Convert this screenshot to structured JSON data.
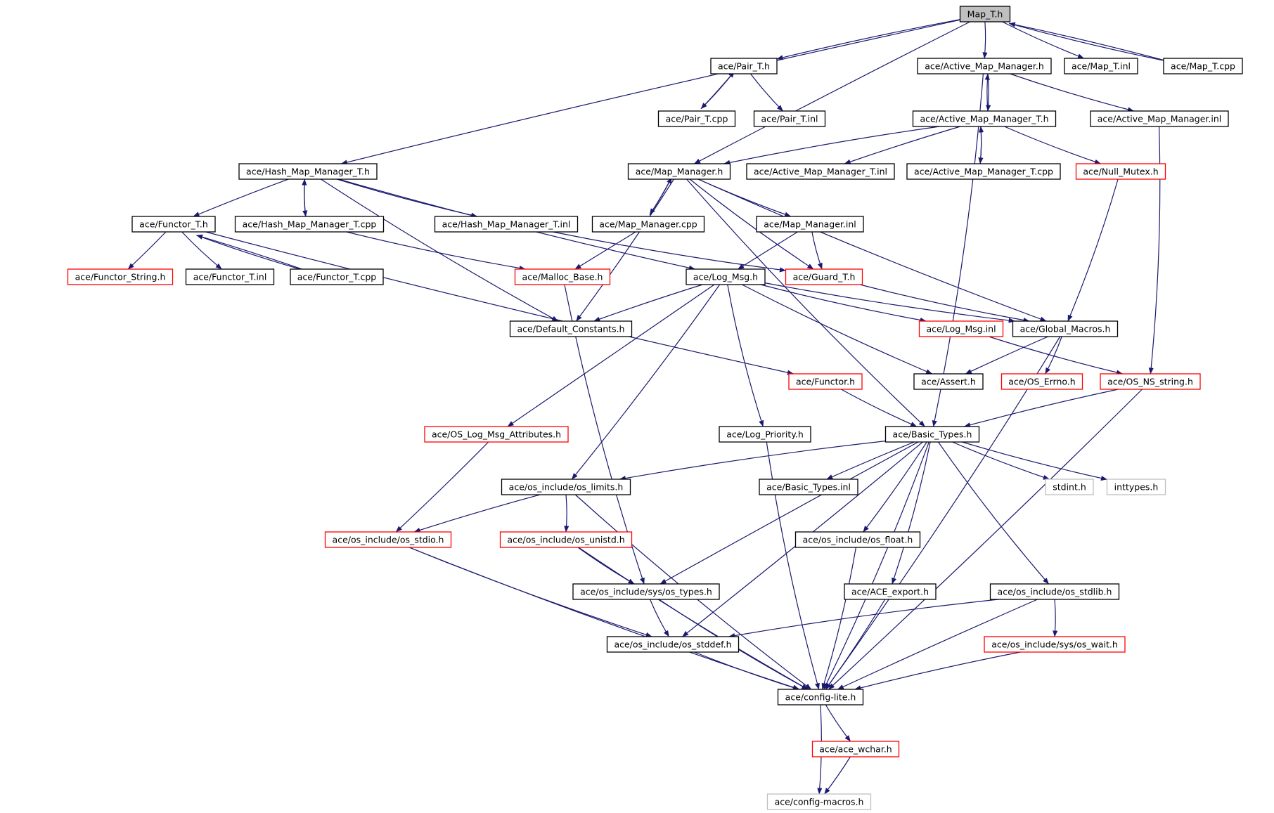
{
  "colors": {
    "edge": "#191970",
    "border": {
      "black": "#000000",
      "red": "#ff0000",
      "gray": "#bfbfbf"
    },
    "fill": {
      "root": "#bfbfbf",
      "default": "#ffffff"
    }
  },
  "nodes": [
    {
      "id": "map_t_h",
      "label": "Map_T.h",
      "border": "black",
      "fill": "root"
    },
    {
      "id": "pair_t_h",
      "label": "ace/Pair_T.h",
      "border": "black"
    },
    {
      "id": "active_mm_h",
      "label": "ace/Active_Map_Manager.h",
      "border": "black"
    },
    {
      "id": "map_t_inl",
      "label": "ace/Map_T.inl",
      "border": "black"
    },
    {
      "id": "map_t_cpp",
      "label": "ace/Map_T.cpp",
      "border": "black"
    },
    {
      "id": "pair_t_cpp",
      "label": "ace/Pair_T.cpp",
      "border": "black"
    },
    {
      "id": "pair_t_inl",
      "label": "ace/Pair_T.inl",
      "border": "black"
    },
    {
      "id": "active_mm_t_h",
      "label": "ace/Active_Map_Manager_T.h",
      "border": "black"
    },
    {
      "id": "active_mm_inl",
      "label": "ace/Active_Map_Manager.inl",
      "border": "black"
    },
    {
      "id": "hash_mm_t_h",
      "label": "ace/Hash_Map_Manager_T.h",
      "border": "black"
    },
    {
      "id": "map_manager_h",
      "label": "ace/Map_Manager.h",
      "border": "black"
    },
    {
      "id": "active_mm_t_inl",
      "label": "ace/Active_Map_Manager_T.inl",
      "border": "black"
    },
    {
      "id": "active_mm_t_cpp",
      "label": "ace/Active_Map_Manager_T.cpp",
      "border": "black"
    },
    {
      "id": "null_mutex_h",
      "label": "ace/Null_Mutex.h",
      "border": "red"
    },
    {
      "id": "functor_t_h",
      "label": "ace/Functor_T.h",
      "border": "black"
    },
    {
      "id": "hash_mm_t_cpp",
      "label": "ace/Hash_Map_Manager_T.cpp",
      "border": "black"
    },
    {
      "id": "hash_mm_t_inl",
      "label": "ace/Hash_Map_Manager_T.inl",
      "border": "black"
    },
    {
      "id": "map_manager_cpp",
      "label": "ace/Map_Manager.cpp",
      "border": "black"
    },
    {
      "id": "map_manager_inl",
      "label": "ace/Map_Manager.inl",
      "border": "black"
    },
    {
      "id": "functor_string_h",
      "label": "ace/Functor_String.h",
      "border": "red"
    },
    {
      "id": "functor_t_inl",
      "label": "ace/Functor_T.inl",
      "border": "black"
    },
    {
      "id": "functor_t_cpp",
      "label": "ace/Functor_T.cpp",
      "border": "black"
    },
    {
      "id": "malloc_base_h",
      "label": "ace/Malloc_Base.h",
      "border": "red"
    },
    {
      "id": "log_msg_h",
      "label": "ace/Log_Msg.h",
      "border": "black"
    },
    {
      "id": "guard_t_h",
      "label": "ace/Guard_T.h",
      "border": "red"
    },
    {
      "id": "default_constants_h",
      "label": "ace/Default_Constants.h",
      "border": "black"
    },
    {
      "id": "log_msg_inl",
      "label": "ace/Log_Msg.inl",
      "border": "red"
    },
    {
      "id": "global_macros_h",
      "label": "ace/Global_Macros.h",
      "border": "black"
    },
    {
      "id": "functor_h",
      "label": "ace/Functor.h",
      "border": "red"
    },
    {
      "id": "assert_h",
      "label": "ace/Assert.h",
      "border": "black"
    },
    {
      "id": "os_errno_h",
      "label": "ace/OS_Errno.h",
      "border": "red"
    },
    {
      "id": "os_ns_string_h",
      "label": "ace/OS_NS_string.h",
      "border": "red"
    },
    {
      "id": "os_log_msg_attr_h",
      "label": "ace/OS_Log_Msg_Attributes.h",
      "border": "red"
    },
    {
      "id": "log_priority_h",
      "label": "ace/Log_Priority.h",
      "border": "black"
    },
    {
      "id": "basic_types_h",
      "label": "ace/Basic_Types.h",
      "border": "black"
    },
    {
      "id": "os_limits_h",
      "label": "ace/os_include/os_limits.h",
      "border": "black"
    },
    {
      "id": "basic_types_inl",
      "label": "ace/Basic_Types.inl",
      "border": "black"
    },
    {
      "id": "stdint_h",
      "label": "stdint.h",
      "border": "gray"
    },
    {
      "id": "inttypes_h",
      "label": "inttypes.h",
      "border": "gray"
    },
    {
      "id": "os_stdio_h",
      "label": "ace/os_include/os_stdio.h",
      "border": "red"
    },
    {
      "id": "os_unistd_h",
      "label": "ace/os_include/os_unistd.h",
      "border": "red"
    },
    {
      "id": "os_float_h",
      "label": "ace/os_include/os_float.h",
      "border": "black"
    },
    {
      "id": "os_types_h",
      "label": "ace/os_include/sys/os_types.h",
      "border": "black"
    },
    {
      "id": "ace_export_h",
      "label": "ace/ACE_export.h",
      "border": "black"
    },
    {
      "id": "os_stdlib_h",
      "label": "ace/os_include/os_stdlib.h",
      "border": "black"
    },
    {
      "id": "os_stddef_h",
      "label": "ace/os_include/os_stddef.h",
      "border": "black"
    },
    {
      "id": "os_wait_h",
      "label": "ace/os_include/sys/os_wait.h",
      "border": "red"
    },
    {
      "id": "config_lite_h",
      "label": "ace/config-lite.h",
      "border": "black"
    },
    {
      "id": "ace_wchar_h",
      "label": "ace/ace_wchar.h",
      "border": "red"
    },
    {
      "id": "config_macros_h",
      "label": "ace/config-macros.h",
      "border": "gray"
    }
  ],
  "edges": [
    [
      "map_t_h",
      "pair_t_h"
    ],
    [
      "map_t_h",
      "active_mm_h"
    ],
    [
      "map_t_h",
      "map_t_inl"
    ],
    [
      "map_t_h",
      "map_t_cpp"
    ],
    [
      "map_t_cpp",
      "map_t_h"
    ],
    [
      "map_t_h",
      "hash_mm_t_h"
    ],
    [
      "map_t_h",
      "map_manager_h"
    ],
    [
      "pair_t_h",
      "pair_t_cpp"
    ],
    [
      "pair_t_cpp",
      "pair_t_h"
    ],
    [
      "pair_t_h",
      "pair_t_inl"
    ],
    [
      "active_mm_h",
      "active_mm_t_h"
    ],
    [
      "active_mm_t_h",
      "active_mm_h"
    ],
    [
      "active_mm_h",
      "active_mm_inl"
    ],
    [
      "active_mm_h",
      "basic_types_h"
    ],
    [
      "active_mm_t_h",
      "map_manager_h"
    ],
    [
      "active_mm_t_h",
      "active_mm_t_inl"
    ],
    [
      "active_mm_t_h",
      "active_mm_t_cpp"
    ],
    [
      "active_mm_t_cpp",
      "active_mm_t_h"
    ],
    [
      "active_mm_t_h",
      "null_mutex_h"
    ],
    [
      "active_mm_inl",
      "os_ns_string_h"
    ],
    [
      "hash_mm_t_h",
      "functor_t_h"
    ],
    [
      "hash_mm_t_h",
      "hash_mm_t_cpp"
    ],
    [
      "hash_mm_t_cpp",
      "hash_mm_t_h"
    ],
    [
      "hash_mm_t_h",
      "hash_mm_t_inl"
    ],
    [
      "hash_mm_t_h",
      "log_msg_h"
    ],
    [
      "hash_mm_t_h",
      "default_constants_h"
    ],
    [
      "hash_mm_t_cpp",
      "malloc_base_h"
    ],
    [
      "hash_mm_t_inl",
      "guard_t_h"
    ],
    [
      "map_manager_h",
      "map_manager_cpp"
    ],
    [
      "map_manager_cpp",
      "map_manager_h"
    ],
    [
      "map_manager_h",
      "map_manager_inl"
    ],
    [
      "map_manager_h",
      "default_constants_h"
    ],
    [
      "map_manager_h",
      "global_macros_h"
    ],
    [
      "map_manager_h",
      "basic_types_h"
    ],
    [
      "map_manager_h",
      "guard_t_h"
    ],
    [
      "map_manager_cpp",
      "malloc_base_h"
    ],
    [
      "map_manager_inl",
      "log_msg_h"
    ],
    [
      "map_manager_inl",
      "guard_t_h"
    ],
    [
      "null_mutex_h",
      "global_macros_h"
    ],
    [
      "functor_t_h",
      "functor_string_h"
    ],
    [
      "functor_t_h",
      "functor_t_inl"
    ],
    [
      "functor_t_h",
      "functor_t_cpp"
    ],
    [
      "functor_t_cpp",
      "functor_t_h"
    ],
    [
      "functor_t_h",
      "functor_h"
    ],
    [
      "malloc_base_h",
      "os_types_h"
    ],
    [
      "log_msg_h",
      "default_constants_h"
    ],
    [
      "log_msg_h",
      "global_macros_h"
    ],
    [
      "log_msg_h",
      "log_msg_inl"
    ],
    [
      "log_msg_h",
      "assert_h"
    ],
    [
      "log_msg_h",
      "os_log_msg_attr_h"
    ],
    [
      "log_msg_h",
      "log_priority_h"
    ],
    [
      "log_msg_h",
      "os_limits_h"
    ],
    [
      "guard_t_h",
      "global_macros_h"
    ],
    [
      "log_msg_inl",
      "os_ns_string_h"
    ],
    [
      "global_macros_h",
      "assert_h"
    ],
    [
      "global_macros_h",
      "os_errno_h"
    ],
    [
      "global_macros_h",
      "config_lite_h"
    ],
    [
      "functor_h",
      "basic_types_h"
    ],
    [
      "os_ns_string_h",
      "basic_types_h"
    ],
    [
      "os_ns_string_h",
      "config_lite_h"
    ],
    [
      "os_log_msg_attr_h",
      "os_stdio_h"
    ],
    [
      "log_priority_h",
      "config_lite_h"
    ],
    [
      "basic_types_h",
      "os_limits_h"
    ],
    [
      "basic_types_h",
      "basic_types_inl"
    ],
    [
      "basic_types_h",
      "stdint_h"
    ],
    [
      "basic_types_h",
      "inttypes_h"
    ],
    [
      "basic_types_h",
      "os_float_h"
    ],
    [
      "basic_types_h",
      "os_types_h"
    ],
    [
      "basic_types_h",
      "ace_export_h"
    ],
    [
      "basic_types_h",
      "os_stdlib_h"
    ],
    [
      "basic_types_h",
      "os_stddef_h"
    ],
    [
      "basic_types_h",
      "config_lite_h"
    ],
    [
      "os_limits_h",
      "os_stdio_h"
    ],
    [
      "os_limits_h",
      "os_unistd_h"
    ],
    [
      "os_limits_h",
      "config_lite_h"
    ],
    [
      "os_stdio_h",
      "os_stddef_h"
    ],
    [
      "os_stdio_h",
      "config_lite_h"
    ],
    [
      "os_unistd_h",
      "os_types_h"
    ],
    [
      "os_unistd_h",
      "config_lite_h"
    ],
    [
      "os_float_h",
      "config_lite_h"
    ],
    [
      "os_types_h",
      "os_stddef_h"
    ],
    [
      "os_types_h",
      "config_lite_h"
    ],
    [
      "ace_export_h",
      "config_lite_h"
    ],
    [
      "os_stdlib_h",
      "os_stddef_h"
    ],
    [
      "os_stdlib_h",
      "os_wait_h"
    ],
    [
      "os_stdlib_h",
      "config_lite_h"
    ],
    [
      "os_stddef_h",
      "config_lite_h"
    ],
    [
      "os_wait_h",
      "config_lite_h"
    ],
    [
      "config_lite_h",
      "ace_wchar_h"
    ],
    [
      "config_lite_h",
      "config_macros_h"
    ],
    [
      "ace_wchar_h",
      "config_macros_h"
    ]
  ]
}
